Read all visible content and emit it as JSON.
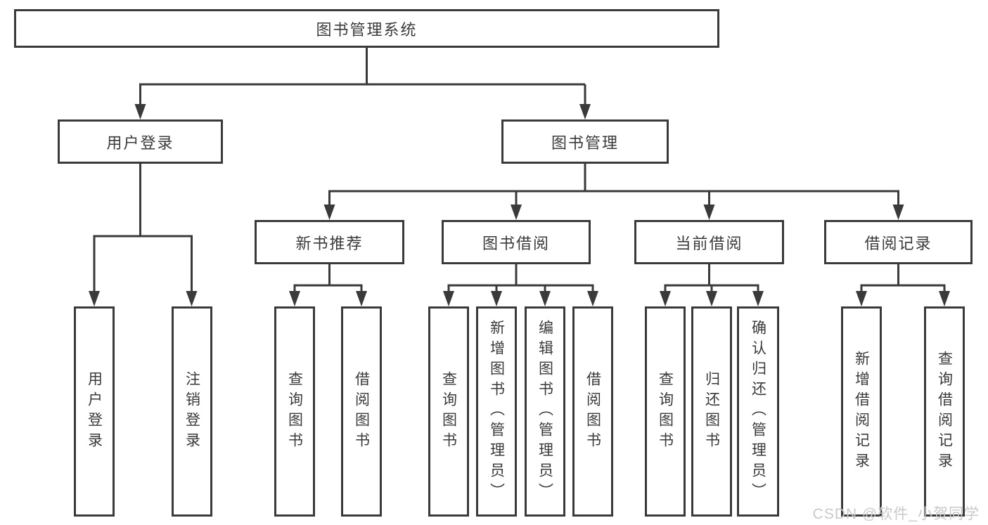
{
  "tree": {
    "root": {
      "label": "图书管理系统"
    },
    "branches": [
      {
        "label": "用户登录",
        "children": [
          {
            "label": "用户登录"
          },
          {
            "label": "注销登录"
          }
        ]
      },
      {
        "label": "图书管理",
        "children": [
          {
            "label": "新书推荐",
            "children": [
              {
                "label": "查询图书"
              },
              {
                "label": "借阅图书"
              }
            ]
          },
          {
            "label": "图书借阅",
            "children": [
              {
                "label": "查询图书"
              },
              {
                "label": "新增图书（管理员）"
              },
              {
                "label": "编辑图书（管理员）"
              },
              {
                "label": "借阅图书"
              }
            ]
          },
          {
            "label": "当前借阅",
            "children": [
              {
                "label": "查询图书"
              },
              {
                "label": "归还图书"
              },
              {
                "label": "确认归还（管理员）"
              }
            ]
          },
          {
            "label": "借阅记录",
            "children": [
              {
                "label": "新增借阅记录"
              },
              {
                "label": "查询借阅记录"
              }
            ]
          }
        ]
      }
    ]
  },
  "watermark": "CSDN @软件_小贺同学",
  "colors": {
    "line": "#3a3a3a",
    "text": "#3a3a3a",
    "box_fill": "#ffffff",
    "background": "#ffffff",
    "watermark": "#c9c9c9"
  }
}
